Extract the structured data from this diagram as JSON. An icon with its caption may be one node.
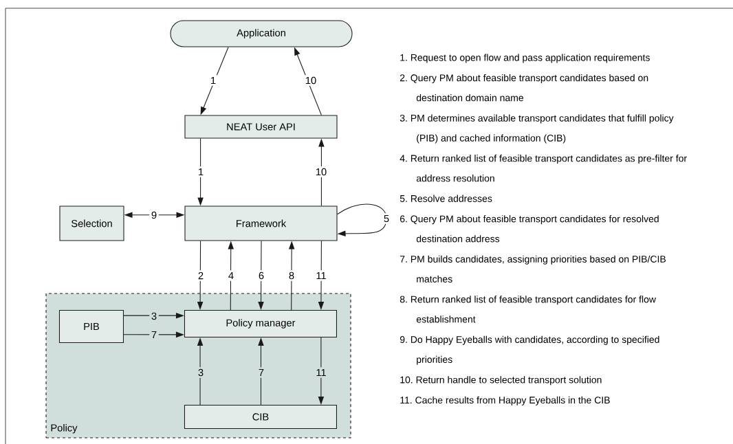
{
  "diagram": {
    "nodes": [
      {
        "text": [
          "Application"
        ]
      },
      {
        "text": [
          "NEAT User API"
        ]
      },
      {
        "text": [
          "Selection"
        ]
      },
      {
        "text": [
          "Framework"
        ]
      },
      {
        "text": [
          "Policy"
        ]
      },
      {
        "text": [
          "PIB"
        ],
        "in": 4
      },
      {
        "text": [
          "Policy manager"
        ],
        "in": 4
      },
      {
        "text": [
          "CIB"
        ],
        "in": 4
      }
    ],
    "edges": [
      {
        "from": 0,
        "to": 1,
        "arrow": "to",
        "label": "1"
      },
      {
        "from": 1,
        "to": 0,
        "arrow": "to",
        "label": "10"
      },
      {
        "from": 1,
        "to": 3,
        "arrow": "to",
        "label": "1"
      },
      {
        "from": 3,
        "to": 1,
        "arrow": "to",
        "label": "10"
      },
      {
        "from": 3,
        "to": 3,
        "arrow": "to",
        "label": "5"
      },
      {
        "from": 2,
        "to": 3,
        "arrow": "both",
        "label": "9"
      },
      {
        "from": 3,
        "to": 6,
        "arrow": "to",
        "label": "2"
      },
      {
        "from": 6,
        "to": 3,
        "arrow": "to",
        "label": "4"
      },
      {
        "from": 3,
        "to": 6,
        "arrow": "to",
        "label": "6"
      },
      {
        "from": 6,
        "to": 3,
        "arrow": "to",
        "label": "8"
      },
      {
        "from": 3,
        "to": 6,
        "arrow": "to",
        "label": "11"
      },
      {
        "from": 5,
        "to": 6,
        "arrow": "to",
        "label": "3"
      },
      {
        "from": 5,
        "to": 6,
        "arrow": "to",
        "label": "7"
      },
      {
        "from": 7,
        "to": 6,
        "arrow": "to",
        "label": "3"
      },
      {
        "from": 7,
        "to": 6,
        "arrow": "to",
        "label": "7"
      },
      {
        "from": 6,
        "to": 7,
        "arrow": "to",
        "label": "11"
      }
    ],
    "labels": [
      "1. Request to open flow and pass application requirements",
      "2. Query PM about feasible transport candidates based on destination domain name",
      "3. PM determines available transport candidates that fulfill policy (PIB) and cached information (CIB)",
      "4. Return ranked list of feasible transport candidates as pre-filter for address resolution",
      "5. Resolve addresses",
      "6. Query PM about feasible transport candidates for resolved destination address",
      "7. PM builds candidates, assigning priorities based on PIB/CIB matches",
      "8. Return ranked list of feasible transport candidates for flow establishment",
      "9. Do Happy Eyeballs with candidates, according to specified priorities",
      "10. Return handle to selected transport solution",
      "11. Cache results from Happy Eyeballs in the CIB"
    ]
  }
}
